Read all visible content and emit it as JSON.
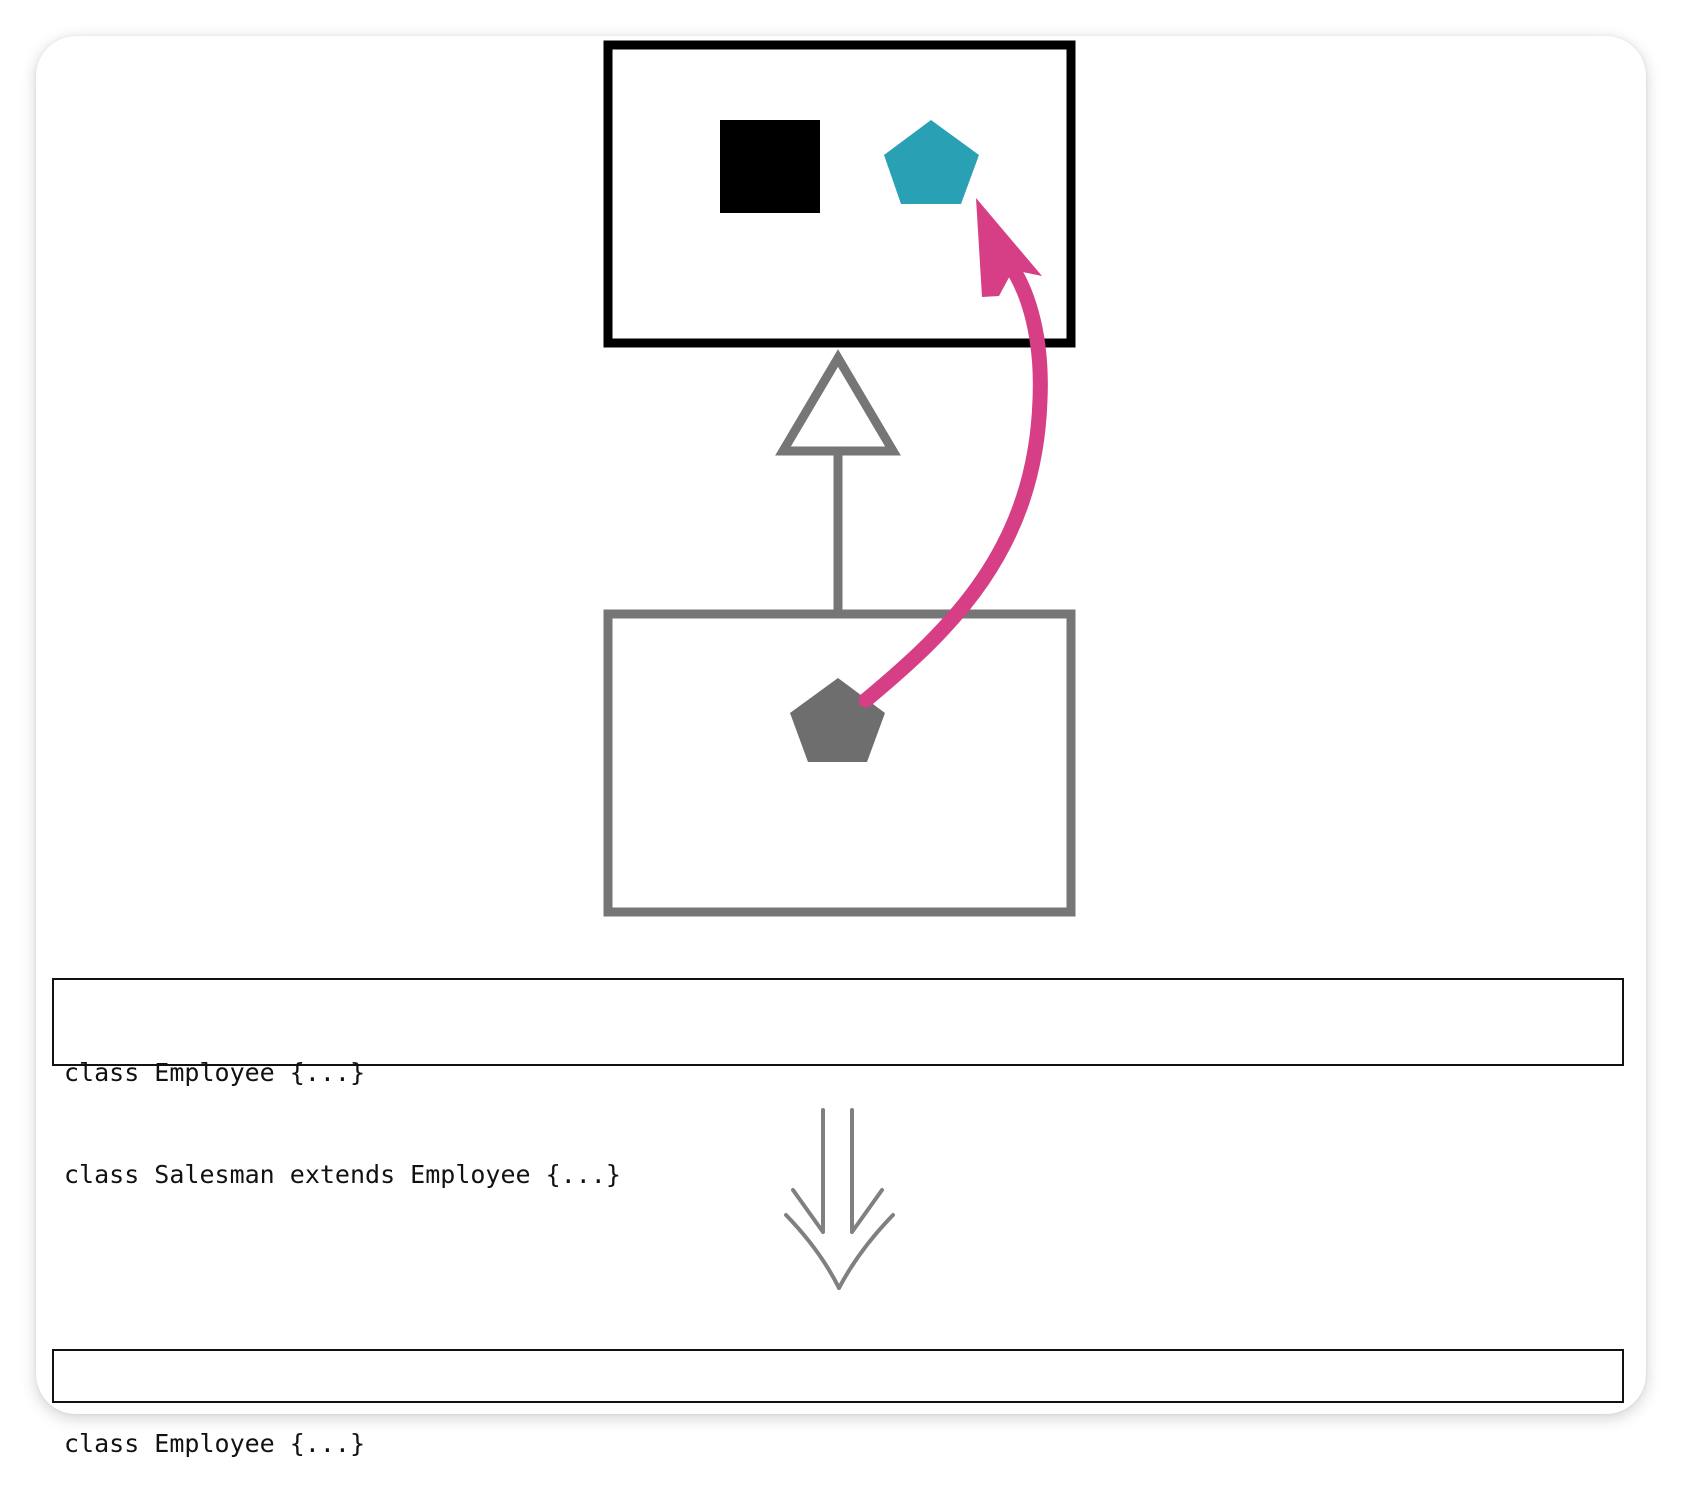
{
  "diagram": {
    "superclass_box": {
      "members": [
        {
          "shape": "square",
          "color": "#000000"
        },
        {
          "shape": "pentagon",
          "color": "#2aa0b4"
        }
      ]
    },
    "subclass_box": {
      "members": [
        {
          "shape": "pentagon",
          "color": "#6e6e6e"
        }
      ]
    },
    "inheritance_arrow": {
      "color": "#767676"
    },
    "pull_up_arrow": {
      "color": "#d63f86"
    }
  },
  "code_before": {
    "lines": [
      "class Employee {...}",
      "class Salesman extends Employee {...}"
    ]
  },
  "transform_arrow": {
    "color": "#808080",
    "icon": "double-down-arrow-icon"
  },
  "code_after": {
    "lines": [
      "class Employee {...}"
    ]
  }
}
